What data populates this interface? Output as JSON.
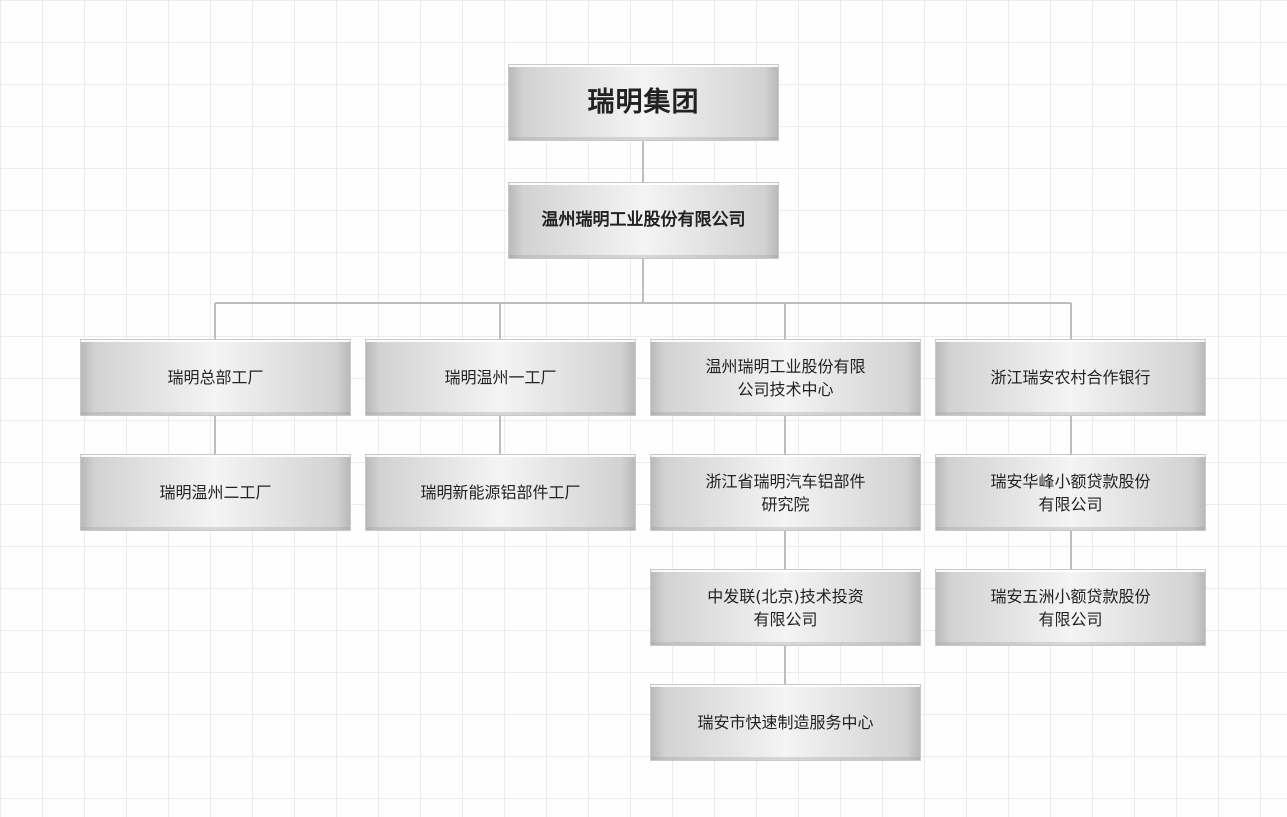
{
  "org_chart": {
    "root": {
      "label": "瑞明集团"
    },
    "company": {
      "label": "温州瑞明工业股份有限公司"
    },
    "branches": [
      {
        "label": "瑞明总部工厂",
        "children": [
          {
            "label": "瑞明温州二工厂"
          }
        ]
      },
      {
        "label": "瑞明温州一工厂",
        "children": [
          {
            "label": "瑞明新能源铝部件工厂"
          }
        ]
      },
      {
        "label": "温州瑞明工业股份有限\n公司技术中心",
        "children": [
          {
            "label": "浙江省瑞明汽车铝部件\n研究院"
          },
          {
            "label": "中发联(北京)技术投资\n有限公司"
          },
          {
            "label": "瑞安市快速制造服务中心"
          }
        ]
      },
      {
        "label": "浙江瑞安农村合作银行",
        "children": [
          {
            "label": "瑞安华峰小额贷款股份\n有限公司"
          },
          {
            "label": "瑞安五洲小额贷款股份\n有限公司"
          }
        ]
      }
    ]
  },
  "colors": {
    "line": "#bdbdbd",
    "box_edge": "#b9b9b9",
    "box_center": "#f4f4f4",
    "text": "#222222"
  }
}
